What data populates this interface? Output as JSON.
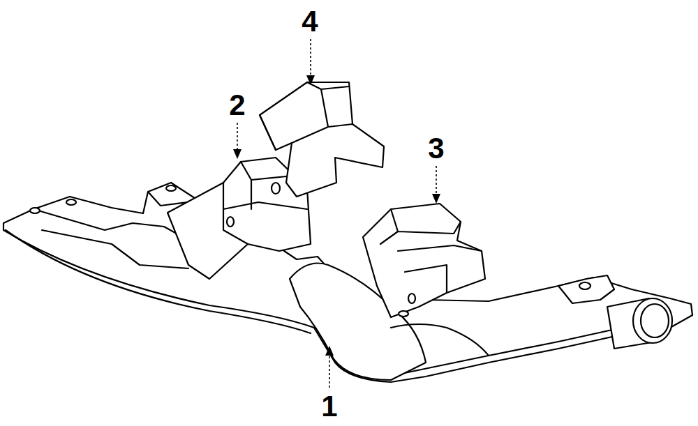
{
  "diagram": {
    "labels": [
      "4",
      "2",
      "3",
      "1"
    ]
  }
}
